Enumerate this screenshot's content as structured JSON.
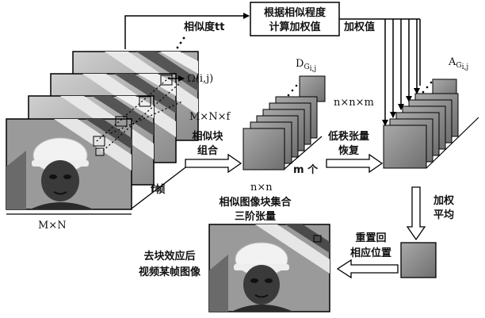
{
  "labels": {
    "weight_box": [
      "根据相似程度",
      "计算加权值"
    ],
    "similarity": "相似度tt",
    "weights": "加权值",
    "omega": "Ω(i,j)",
    "mnf": "M×N×f",
    "group_similar": [
      "相似块",
      "组合"
    ],
    "f_frames": "f帧",
    "mn": "M×N",
    "D": "D",
    "D_sub": "G",
    "D_subsub": "i,j",
    "nnm": "n×n×m",
    "m_count": "m 个",
    "nn": "n×n",
    "tensor_caption": [
      "相似图像块集合",
      "三阶张量"
    ],
    "low_rank": [
      "低秩张量",
      "恢复"
    ],
    "A": "A",
    "A_sub": "G",
    "A_subsub": "i,j",
    "weighted_avg": [
      "加权",
      "平均"
    ],
    "reset_position": [
      "重置回",
      "相应位置"
    ],
    "output_caption": [
      "去块效应后",
      "视频某帧图像"
    ]
  }
}
